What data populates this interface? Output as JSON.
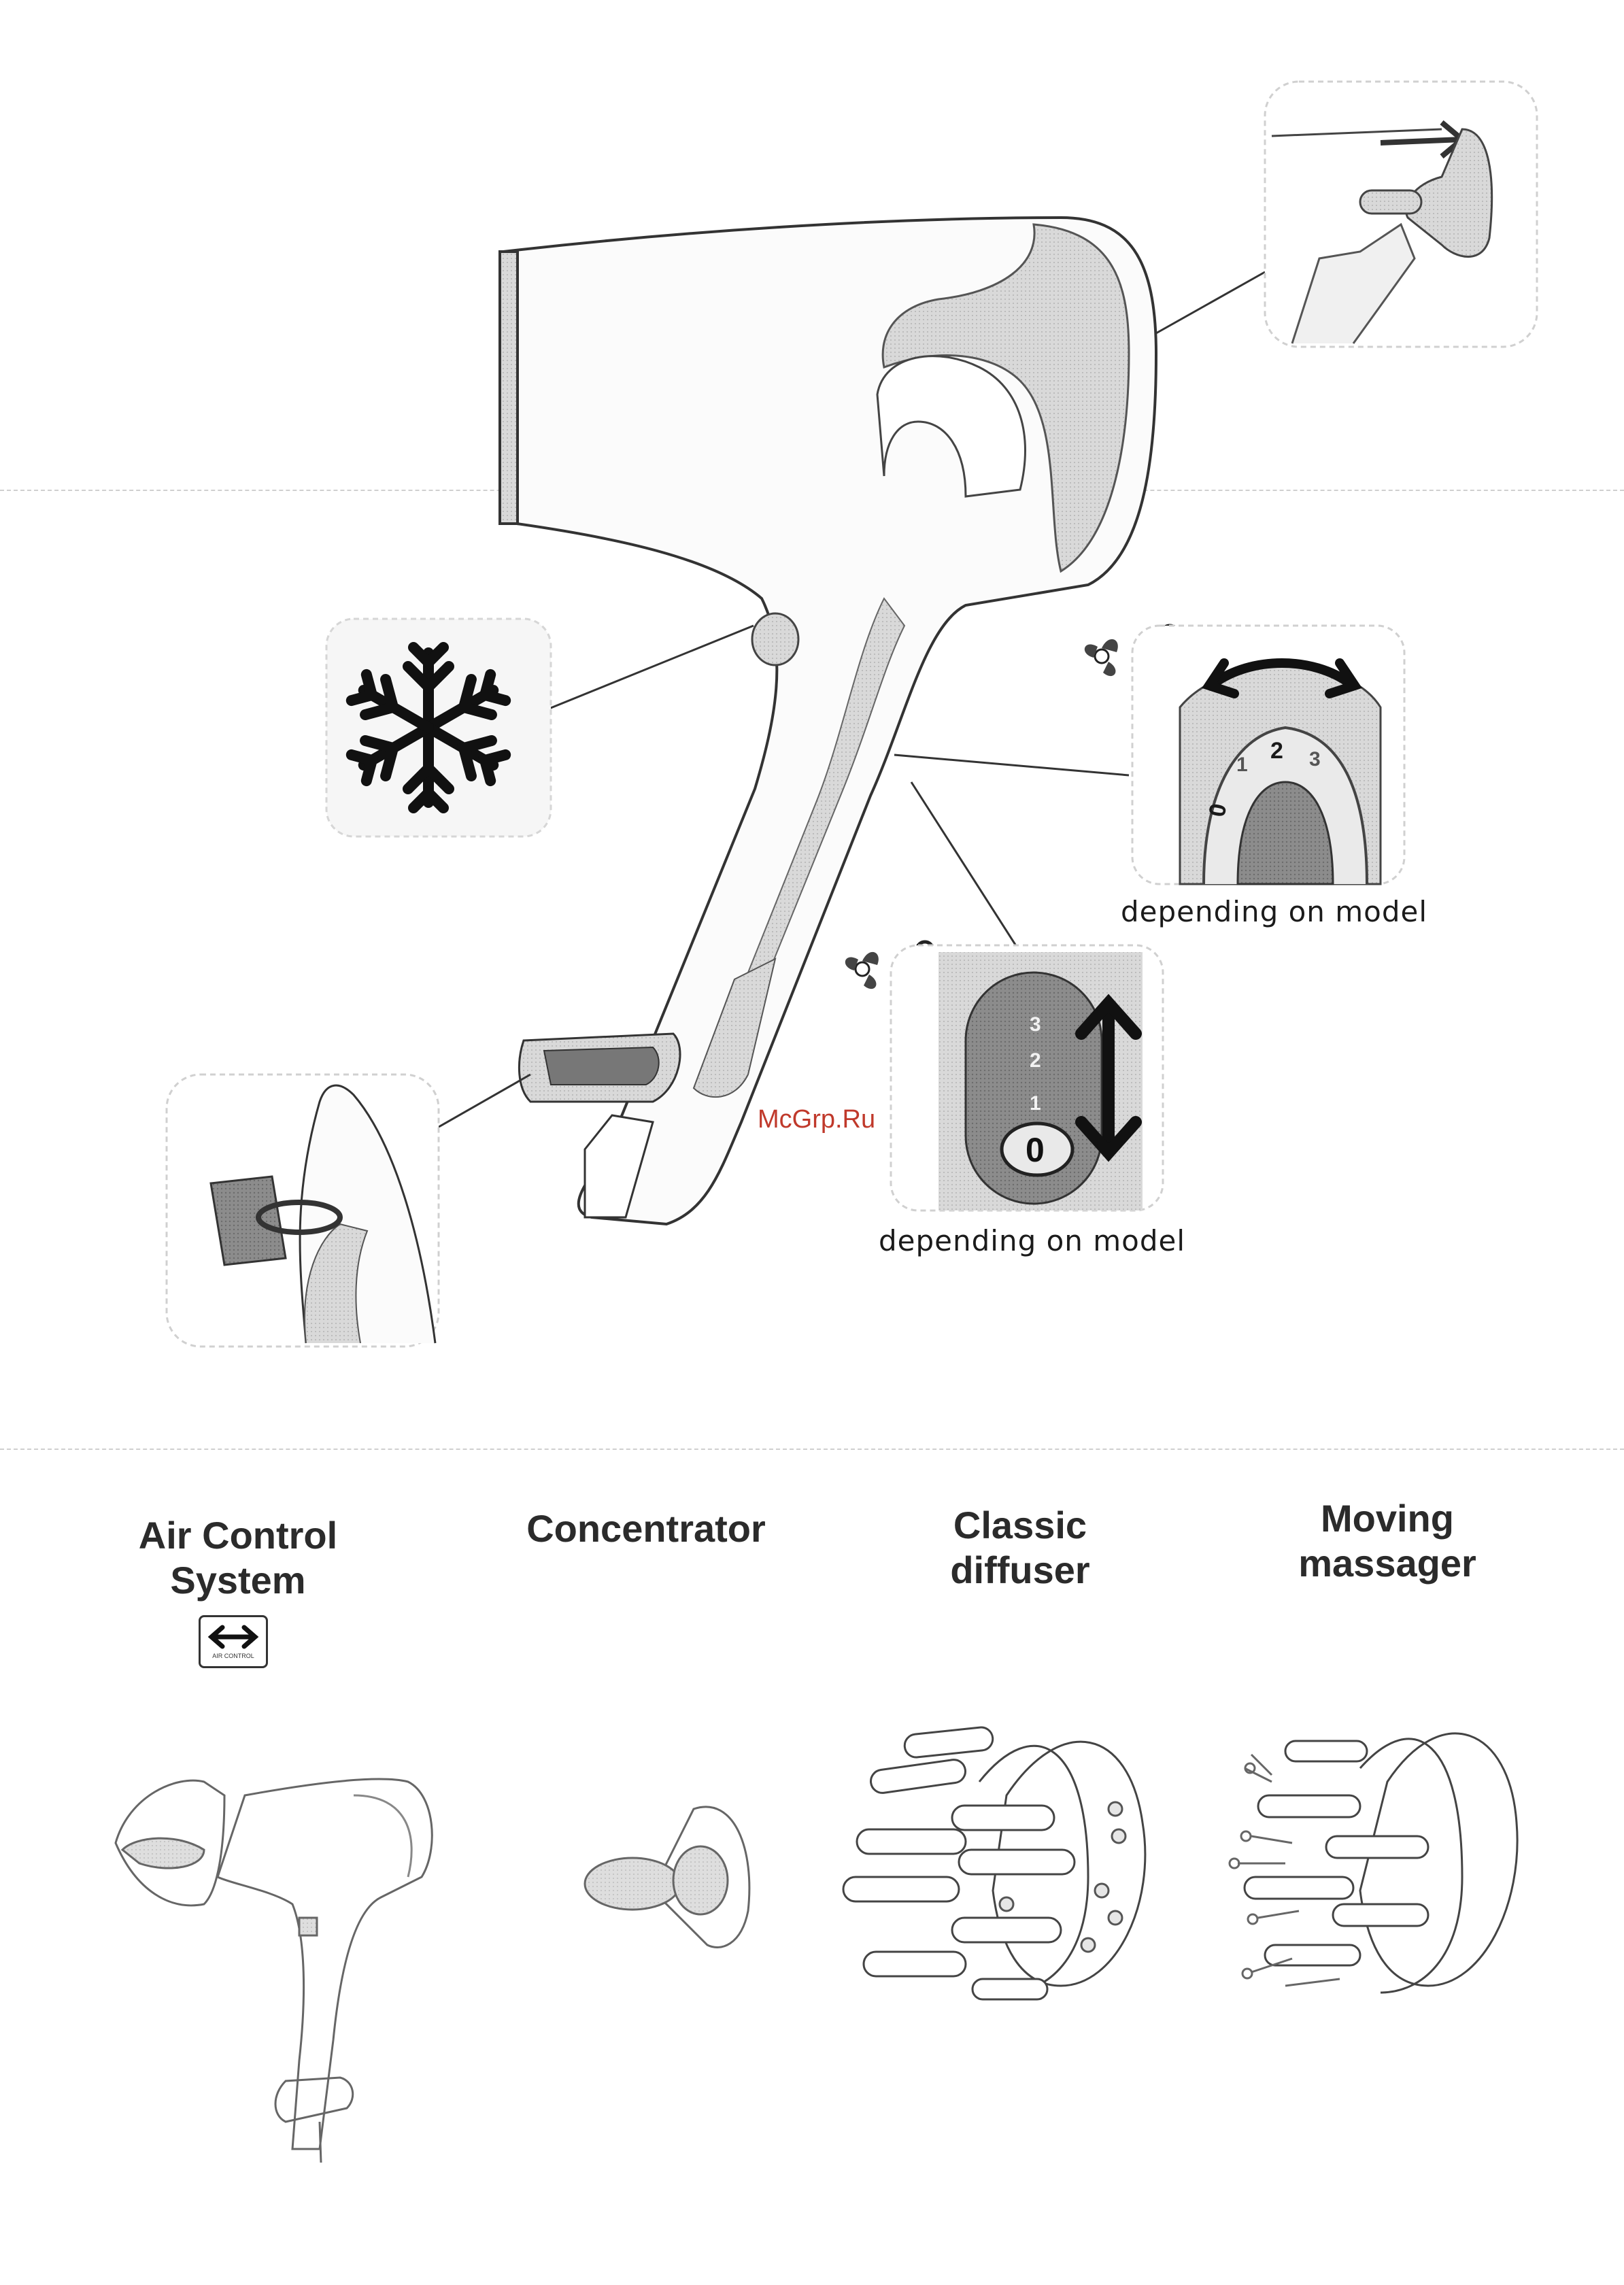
{
  "watermark": "McGrp.Ru",
  "dial_note": "depending on model",
  "slider_note": "depending on model",
  "dial_scale": [
    "0",
    "1",
    "2",
    "3"
  ],
  "slider_scale": [
    "3",
    "2",
    "1",
    "0"
  ],
  "accessories": [
    {
      "title": "Air Control\nSystem",
      "badge": "AIR CONTROL"
    },
    {
      "title": "Concentrator"
    },
    {
      "title": "Classic\ndiffuser"
    },
    {
      "title": "Moving\nmassager"
    }
  ],
  "icons": [
    "snowflake-icon",
    "fan-icon",
    "thermometer-icon",
    "double-arrow-icon"
  ]
}
